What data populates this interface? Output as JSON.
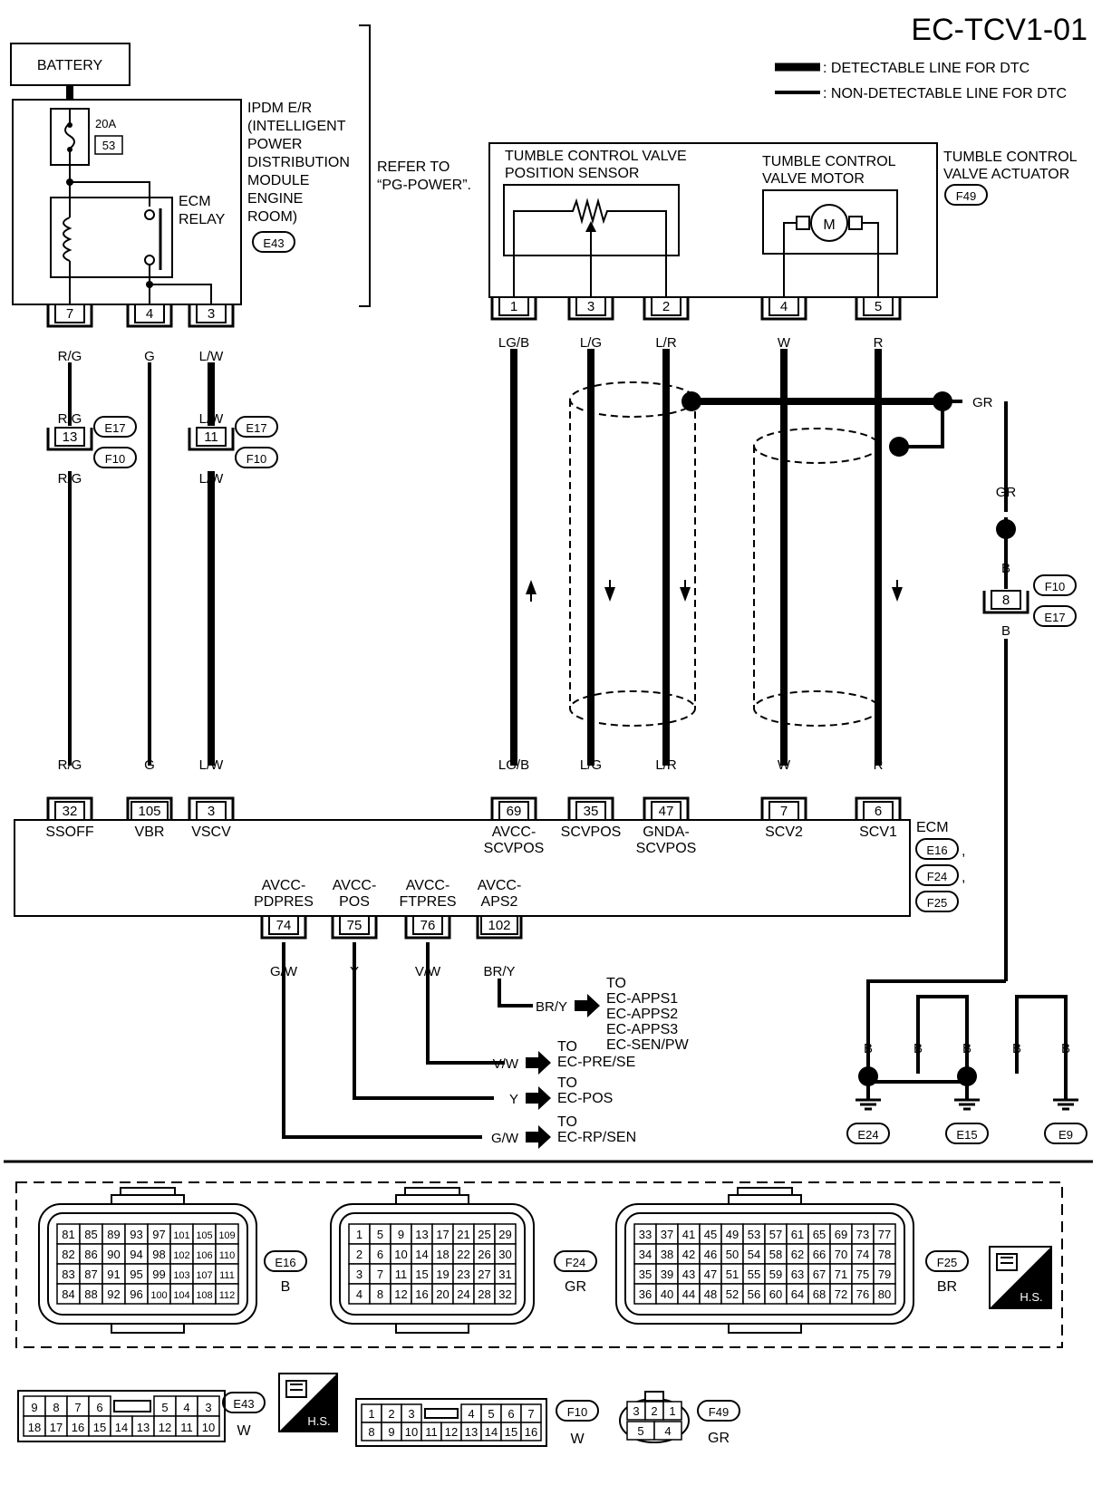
{
  "title": "EC-TCV1-01",
  "legend": {
    "detectable": ": DETECTABLE LINE FOR DTC",
    "non_detectable": ": NON-DETECTABLE LINE FOR DTC"
  },
  "battery": "BATTERY",
  "fuse": {
    "rating": "20A",
    "number": "53"
  },
  "ecm_relay": [
    "ECM",
    "RELAY"
  ],
  "ipdm": [
    "IPDM E/R",
    "(INTELLIGENT",
    "POWER",
    "DISTRIBUTION",
    "MODULE",
    "ENGINE",
    "ROOM)"
  ],
  "ipdm_conn": "E43",
  "refer": [
    "REFER TO",
    "“PG-POWER”."
  ],
  "tcv_sensor": [
    "TUMBLE CONTROL VALVE",
    "POSITION SENSOR"
  ],
  "tcv_motor": [
    "TUMBLE CONTROL",
    "VALVE MOTOR"
  ],
  "motor_symbol": "M",
  "tcv_actuator": [
    "TUMBLE CONTROL",
    "VALVE ACTUATOR"
  ],
  "actuator_conn": "F49",
  "ipdm_pins": [
    {
      "pin": "7",
      "wire": "R/G"
    },
    {
      "pin": "4",
      "wire": "G"
    },
    {
      "pin": "3",
      "wire": "L/W"
    }
  ],
  "actuator_pins": [
    {
      "pin": "1",
      "wire": "LG/B"
    },
    {
      "pin": "3",
      "wire": "L/G"
    },
    {
      "pin": "2",
      "wire": "L/R"
    },
    {
      "pin": "4",
      "wire": "W"
    },
    {
      "pin": "5",
      "wire": "R"
    }
  ],
  "joint_13": {
    "pin": "13",
    "top": "R/G",
    "bottom": "R/G"
  },
  "joint_11": {
    "pin": "11",
    "top": "L/W",
    "bottom": "L/W"
  },
  "joint_conns": [
    "E17",
    "F10"
  ],
  "shield_wire": {
    "top": "GR",
    "mid": "GR",
    "b1": "B",
    "b2": "B",
    "pin": "8",
    "conns": [
      "F10",
      "E17"
    ]
  },
  "ecm_top_pins": [
    {
      "pin": "32",
      "wire": "R/G",
      "name": [
        "SSOFF"
      ]
    },
    {
      "pin": "105",
      "wire": "G",
      "name": [
        "VBR"
      ]
    },
    {
      "pin": "3",
      "wire": "L/W",
      "name": [
        "VSCV"
      ]
    },
    {
      "pin": "69",
      "wire": "LG/B",
      "name": [
        "AVCC-",
        "SCVPOS"
      ]
    },
    {
      "pin": "35",
      "wire": "L/G",
      "name": [
        "SCVPOS"
      ]
    },
    {
      "pin": "47",
      "wire": "L/R",
      "name": [
        "GNDA-",
        "SCVPOS"
      ]
    },
    {
      "pin": "7",
      "wire": "W",
      "name": [
        "SCV2"
      ]
    },
    {
      "pin": "6",
      "wire": "R",
      "name": [
        "SCV1"
      ]
    }
  ],
  "ecm_bottom_pins": [
    {
      "pin": "74",
      "wire": "G/W",
      "name": [
        "AVCC-",
        "PDPRES"
      ]
    },
    {
      "pin": "75",
      "wire": "Y",
      "name": [
        "AVCC-",
        "POS"
      ]
    },
    {
      "pin": "76",
      "wire": "V/W",
      "name": [
        "AVCC-",
        "FTPRES"
      ]
    },
    {
      "pin": "102",
      "wire": "BR/Y",
      "name": [
        "AVCC-",
        "APS2"
      ]
    }
  ],
  "ecm": {
    "name": "ECM",
    "conns": [
      "E16",
      "F24",
      "F25"
    ]
  },
  "destinations": [
    {
      "wire": "BR/Y",
      "lines": [
        "TO",
        "EC-APPS1",
        "EC-APPS2",
        "EC-APPS3",
        "EC-SEN/PW"
      ]
    },
    {
      "wire": "V/W",
      "lines": [
        "TO",
        "EC-PRE/SE"
      ]
    },
    {
      "wire": "Y",
      "lines": [
        "TO",
        "EC-POS"
      ]
    },
    {
      "wire": "G/W",
      "lines": [
        "TO",
        "EC-RP/SEN"
      ]
    }
  ],
  "grounds": {
    "wires": [
      "B",
      "B",
      "B",
      "B",
      "B"
    ],
    "labels": [
      "E24",
      "E15",
      "E9"
    ]
  },
  "connectors": {
    "E16": {
      "rows": [
        [
          "81",
          "85",
          "89",
          "93",
          "97",
          "101",
          "105",
          "109"
        ],
        [
          "82",
          "86",
          "90",
          "94",
          "98",
          "102",
          "106",
          "110"
        ],
        [
          "83",
          "87",
          "91",
          "95",
          "99",
          "103",
          "107",
          "111"
        ],
        [
          "84",
          "88",
          "92",
          "96",
          "100",
          "104",
          "108",
          "112"
        ]
      ],
      "color": "B"
    },
    "F24": {
      "rows": [
        [
          "1",
          "5",
          "9",
          "13",
          "17",
          "21",
          "25",
          "29"
        ],
        [
          "2",
          "6",
          "10",
          "14",
          "18",
          "22",
          "26",
          "30"
        ],
        [
          "3",
          "7",
          "11",
          "15",
          "19",
          "23",
          "27",
          "31"
        ],
        [
          "4",
          "8",
          "12",
          "16",
          "20",
          "24",
          "28",
          "32"
        ]
      ],
      "color": "GR"
    },
    "F25": {
      "rows": [
        [
          "33",
          "37",
          "41",
          "45",
          "49",
          "53",
          "57",
          "61",
          "65",
          "69",
          "73",
          "77"
        ],
        [
          "34",
          "38",
          "42",
          "46",
          "50",
          "54",
          "58",
          "62",
          "66",
          "70",
          "74",
          "78"
        ],
        [
          "35",
          "39",
          "43",
          "47",
          "51",
          "55",
          "59",
          "63",
          "67",
          "71",
          "75",
          "79"
        ],
        [
          "36",
          "40",
          "44",
          "48",
          "52",
          "56",
          "60",
          "64",
          "68",
          "72",
          "76",
          "80"
        ]
      ],
      "color": "BR"
    },
    "E43": {
      "top_left": [
        "9",
        "8",
        "7",
        "6"
      ],
      "top_right": [
        "5",
        "4",
        "3"
      ],
      "bottom": [
        "18",
        "17",
        "16",
        "15",
        "14",
        "13",
        "12",
        "11",
        "10"
      ],
      "color": "W"
    },
    "F10": {
      "top_left": [
        "1",
        "2",
        "3"
      ],
      "top_right": [
        "4",
        "5",
        "6",
        "7"
      ],
      "bottom": [
        "8",
        "9",
        "10",
        "11",
        "12",
        "13",
        "14",
        "15",
        "16"
      ],
      "color": "W"
    },
    "F49": {
      "top": [
        "3",
        "2",
        "1"
      ],
      "bottom": [
        "5",
        "4"
      ],
      "color": "GR"
    }
  },
  "hs_label": "H.S."
}
